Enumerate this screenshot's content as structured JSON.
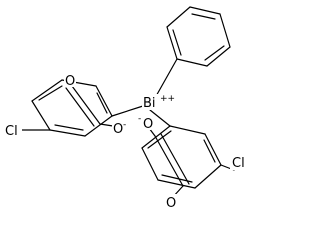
{
  "structure": {
    "atoms": {
      "bismuth": "Bi",
      "bismuth_charge": "++",
      "oxygen_carbonyl_left": "O",
      "oxygen_anion_left": "O",
      "oxygen_anion_left_charge": "-",
      "chlorine_left": "Cl",
      "oxygen_anion_right": "O",
      "oxygen_anion_right_charge": "-",
      "oxygen_carbonyl_right": "O",
      "chlorine_right": "Cl"
    },
    "colors": {
      "bond": "#000000",
      "text": "#000000",
      "background": "#ffffff"
    }
  }
}
